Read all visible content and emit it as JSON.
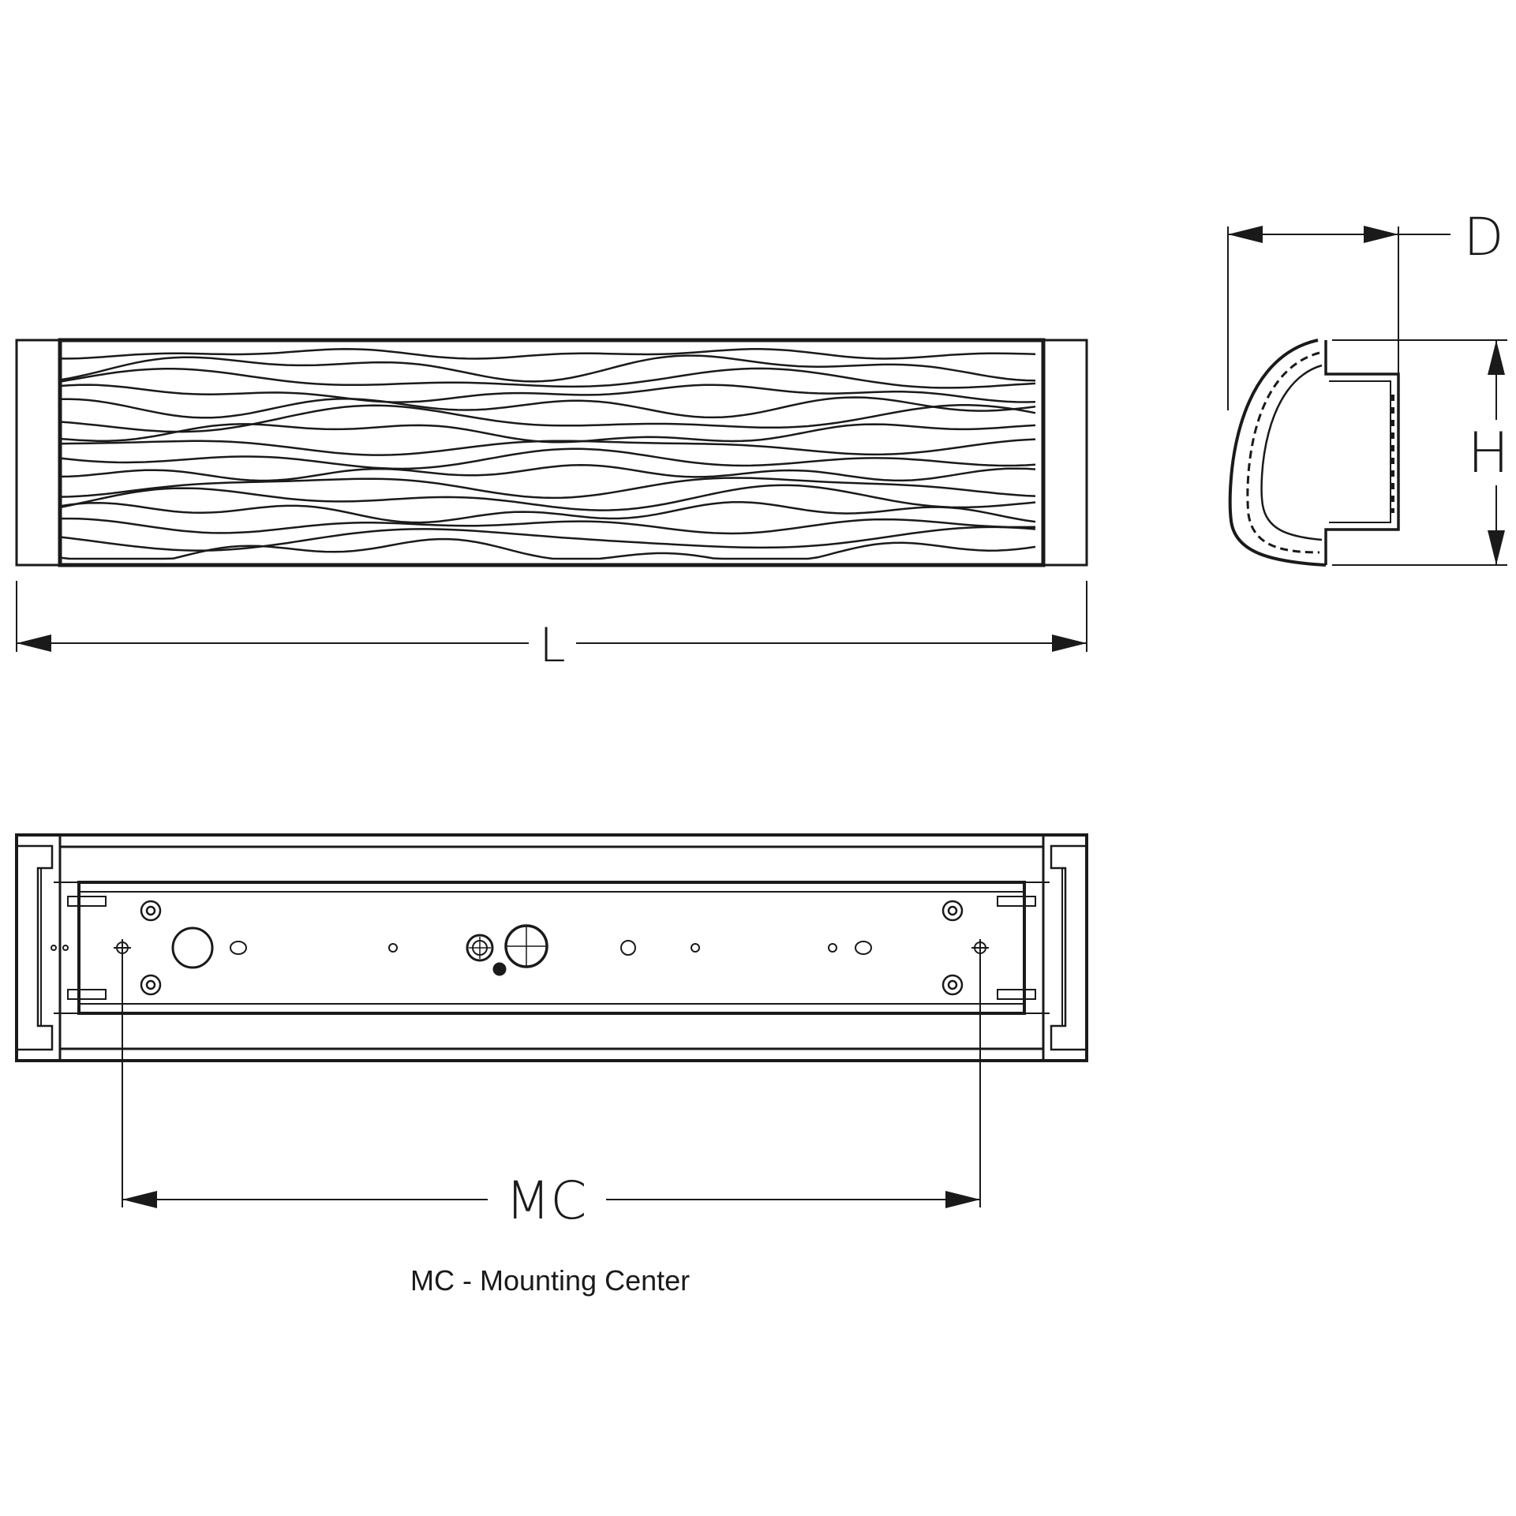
{
  "dimensions": {
    "length_label": "L",
    "depth_label": "D",
    "height_label": "H",
    "mounting_center_label": "MC"
  },
  "legend": {
    "caption": "MC - Mounting Center"
  },
  "colors": {
    "line": "#1a1a1a",
    "background": "#ffffff"
  }
}
